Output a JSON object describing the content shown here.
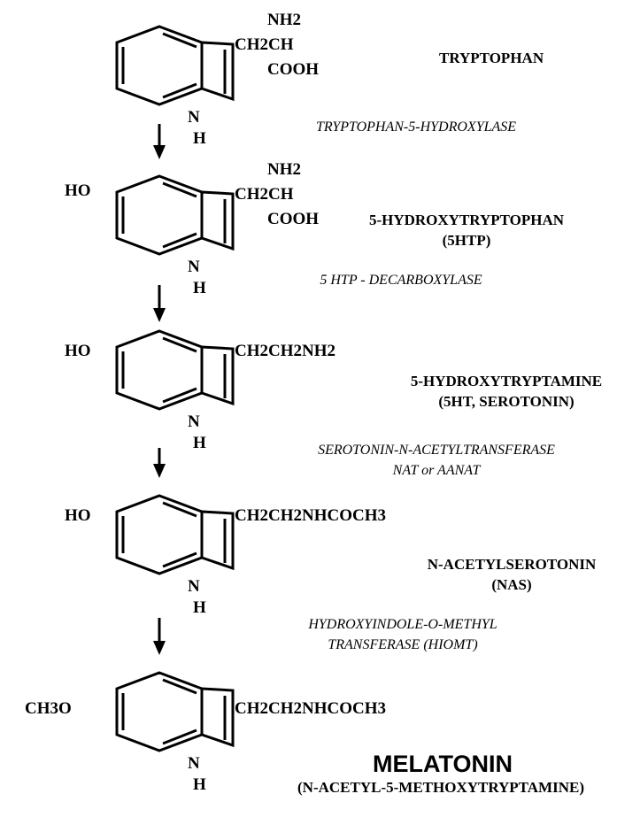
{
  "compounds": [
    {
      "id": "tryptophan",
      "substituent_left": "",
      "side_chain": [
        "NH2",
        "CH2CH",
        "COOH"
      ],
      "nh": "N",
      "h": "H",
      "name": [
        "TRYPTOPHAN"
      ]
    },
    {
      "id": "5htp",
      "substituent_left": "HO",
      "side_chain": [
        "NH2",
        "CH2CH",
        "COOH"
      ],
      "nh": "N",
      "h": "H",
      "name": [
        "5-HYDROXYTRYPTOPHAN",
        "(5HTP)"
      ]
    },
    {
      "id": "serotonin",
      "substituent_left": "HO",
      "side_chain": [
        "CH2CH2NH2"
      ],
      "nh": "N",
      "h": "H",
      "name": [
        "5-HYDROXYTRYPTAMINE",
        "(5HT, SEROTONIN)"
      ]
    },
    {
      "id": "nas",
      "substituent_left": "HO",
      "side_chain": [
        "CH2CH2NHCOCH3"
      ],
      "nh": "N",
      "h": "H",
      "name": [
        "N-ACETYLSEROTONIN",
        "(NAS)"
      ]
    },
    {
      "id": "melatonin",
      "substituent_left": "CH3O",
      "side_chain": [
        "CH2CH2NHCOCH3"
      ],
      "nh": "N",
      "h": "H",
      "name": [
        "MELATONIN",
        "(N-ACETYL-5-METHOXYTRYPTAMINE)"
      ]
    }
  ],
  "enzymes": [
    [
      "TRYPTOPHAN-5-HYDROXYLASE"
    ],
    [
      "5 HTP - DECARBOXYLASE"
    ],
    [
      "SEROTONIN-N-ACETYLTRANSFERASE",
      "NAT or AANAT"
    ],
    [
      "HYDROXYINDOLE-O-METHYL",
      "TRANSFERASE (HIOMT)"
    ]
  ]
}
